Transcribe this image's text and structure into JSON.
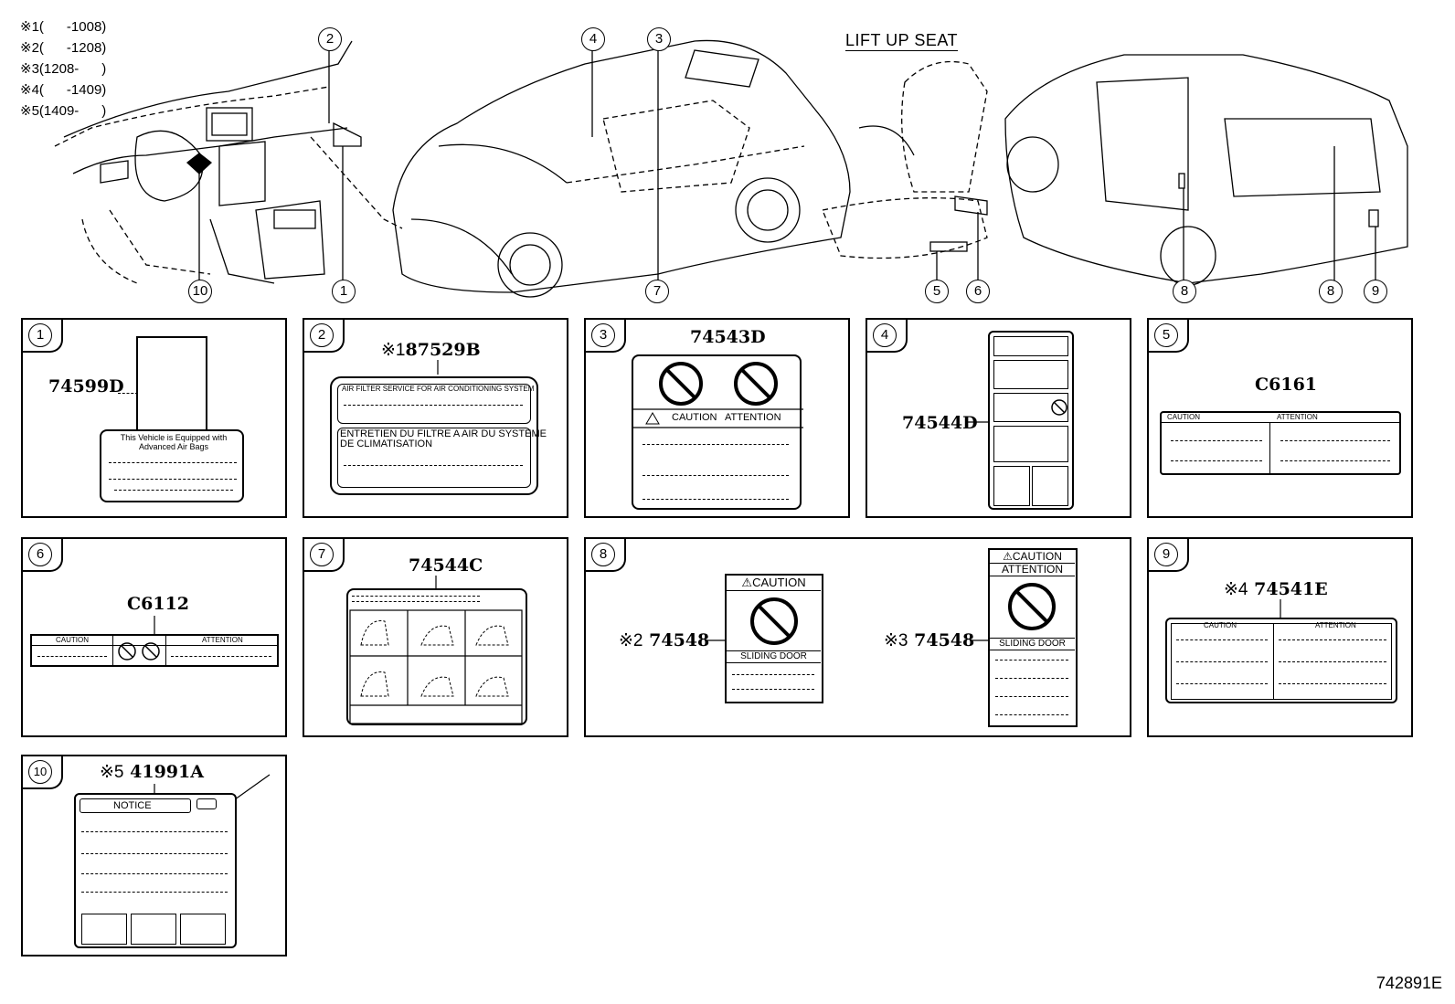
{
  "notes": [
    {
      "mark": "※1",
      "range": "(      -1008)"
    },
    {
      "mark": "※2",
      "range": "(      -1208)"
    },
    {
      "mark": "※3",
      "range": "(1208-      )"
    },
    {
      "mark": "※4",
      "range": "(      -1409)"
    },
    {
      "mark": "※5",
      "range": "(1409-      )"
    }
  ],
  "overview": {
    "lift_up_seat": "LIFT UP SEAT",
    "callouts": [
      "2",
      "4",
      "3",
      "10",
      "1",
      "7",
      "5",
      "6",
      "8",
      "8",
      "9"
    ]
  },
  "panels": {
    "p1": {
      "num": "1",
      "part": "74599D",
      "text": "This Vehicle is Equipped with Advanced Air Bags"
    },
    "p2": {
      "num": "2",
      "mark": "※1",
      "part": "87529B",
      "line1": "AIR FILTER SERVICE FOR AIR CONDITIONING SYSTEM",
      "line2": "ENTRETIEN DU FILTRE A AIR DU SYSTEME",
      "line3": "DE CLIMATISATION"
    },
    "p3": {
      "num": "3",
      "part": "74543D",
      "caution": "CAUTION",
      "attention": "ATTENTION"
    },
    "p4": {
      "num": "4",
      "part": "74544D"
    },
    "p5": {
      "num": "5",
      "part": "C6161",
      "caution": "CAUTION",
      "attention": "ATTENTION"
    },
    "p6": {
      "num": "6",
      "part": "C6112",
      "caution": "CAUTION",
      "attention": "ATTENTION"
    },
    "p7": {
      "num": "7",
      "part": "74544C"
    },
    "p8": {
      "num": "8",
      "left": {
        "mark": "※2",
        "part": "74548",
        "caution": "CAUTION",
        "door": "SLIDING DOOR"
      },
      "right": {
        "mark": "※3",
        "part": "74548",
        "caution": "CAUTION",
        "attention": "ATTENTION",
        "door": "SLIDING DOOR"
      }
    },
    "p9": {
      "num": "9",
      "mark": "※4",
      "part": "74541E",
      "caution": "CAUTION",
      "attention": "ATTENTION"
    },
    "p10": {
      "num": "10",
      "mark": "※5",
      "part": "41991A",
      "notice": "NOTICE"
    }
  },
  "figure_code": "742891E"
}
